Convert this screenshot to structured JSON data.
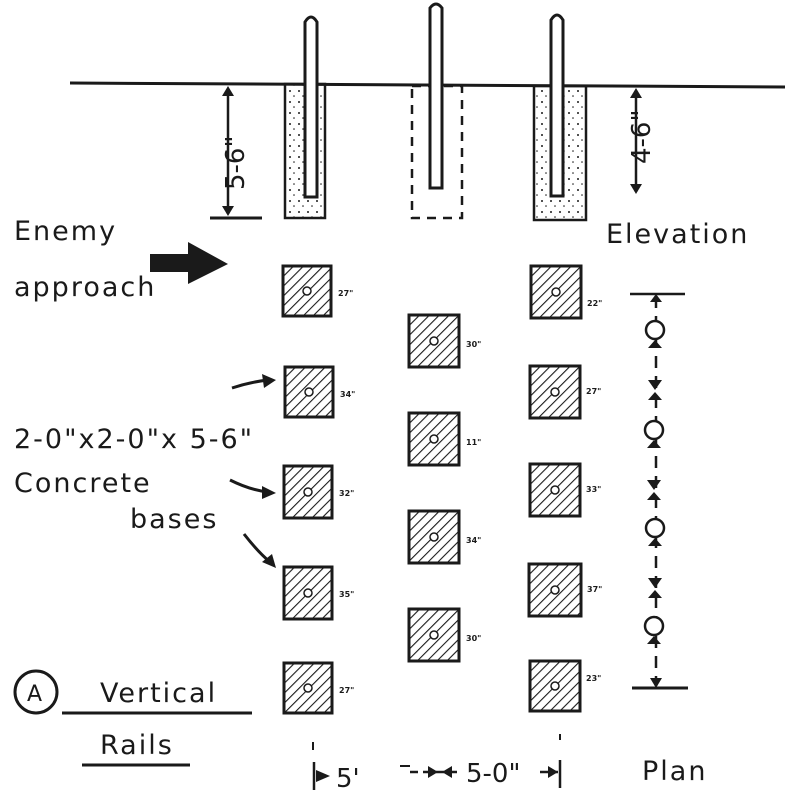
{
  "labels": {
    "enemy": "Enemy",
    "approach": "approach",
    "elevation": "Elevation",
    "size": "2-0\"x2-0\"x 5-6\"",
    "concrete": "Concrete",
    "bases": "bases",
    "circle_letter": "A",
    "vertical": "Vertical",
    "rails": "Rails",
    "plan": "Plan"
  },
  "dimensions": {
    "depth_left": "5-6\"",
    "depth_right": "4-6\"",
    "spacing_left": "5'",
    "spacing_mid": "5-0\""
  },
  "rail_marks": {
    "left": [
      "27\"",
      "34\"",
      "32\"",
      "35\"",
      "27\""
    ],
    "middle": [
      "30\"",
      "11\"",
      "34\"",
      "30\""
    ],
    "right": [
      "22\"",
      "27\"",
      "33\"",
      "37\"",
      "23\""
    ]
  },
  "colors": {
    "ink": "#1a1a1a",
    "paper": "#ffffff"
  }
}
